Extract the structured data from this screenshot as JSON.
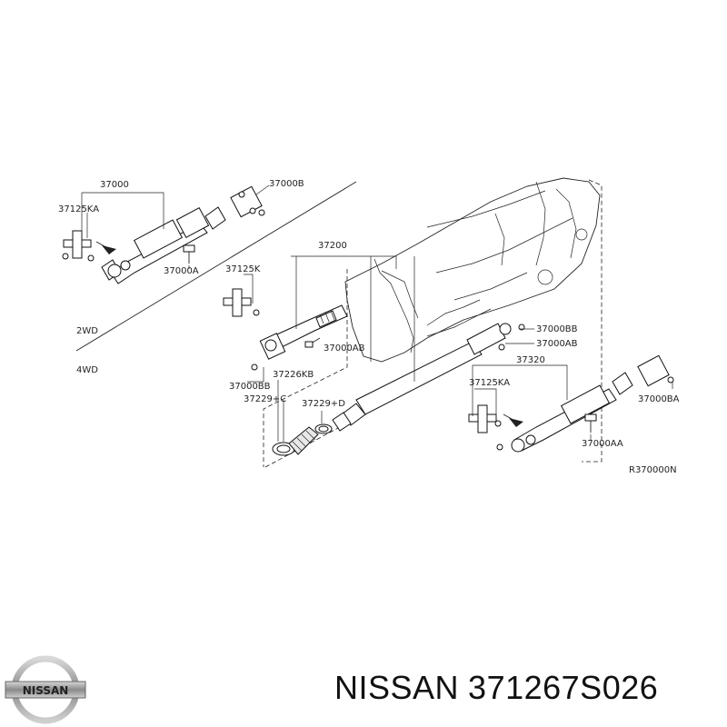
{
  "diagram": {
    "labels": {
      "l37000": "37000",
      "l37000B": "37000B",
      "l37125KA_top": "37125KA",
      "l37000A": "37000A",
      "l37200": "37200",
      "l37125K": "37125K",
      "l2WD": "2WD",
      "l4WD": "4WD",
      "l37000AB_left": "37000AB",
      "l37000BB_left": "37000BB",
      "l37226KB": "37226KB",
      "l37229C": "37229+C",
      "l37229D": "37229+D",
      "l37000BB_right": "37000BB",
      "l37000AB_right": "37000AB",
      "l37320": "37320",
      "l37125KA_bot": "37125KA",
      "l37000BA": "37000BA",
      "l37000AA": "37000AA",
      "lR370000N": "R370000N"
    }
  },
  "footer": {
    "brand": "NISSAN",
    "part_number": "371267S026",
    "logo_text": "NISSAN"
  }
}
